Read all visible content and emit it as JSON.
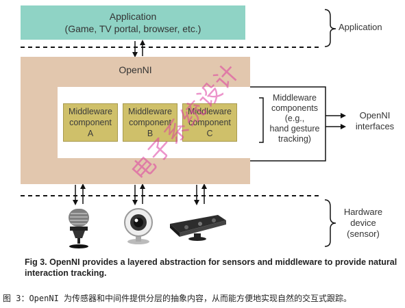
{
  "application": {
    "title": "Application",
    "subtitle": "(Game, TV portal, browser, etc.)"
  },
  "openni": {
    "title": "OpenNI",
    "components": [
      {
        "line1": "Middleware",
        "line2": "component",
        "letter": "A"
      },
      {
        "line1": "Middleware",
        "line2": "component",
        "letter": "B"
      },
      {
        "line1": "Middleware",
        "line2": "component",
        "letter": "C"
      }
    ],
    "components_note": [
      "Middleware",
      "components",
      "(e.g.,",
      "hand gesture",
      "tracking)"
    ]
  },
  "layers": {
    "application": "Application",
    "openni_interfaces_line1": "OpenNI",
    "openni_interfaces_line2": "interfaces",
    "hardware_line1": "Hardware",
    "hardware_line2": "device",
    "hardware_line3": "(sensor)"
  },
  "devices": [
    "microphone-icon",
    "webcam-icon",
    "depth-sensor-icon"
  ],
  "caption": "Fig 3. OpenNI provides a layered abstraction for sensors and middleware to provide natural interaction tracking.",
  "caption_cn": "图 3：OpenNI 为传感器和中间件提供分层的抽象内容，从而能方便地实现自然的交互式跟踪。",
  "watermark": "电子系统设计",
  "colors": {
    "application_box": "#8fd3c5",
    "openni_layer": "#e2c7ae",
    "middleware_box": "#cfc06a",
    "watermark": "#dc3ca0"
  }
}
